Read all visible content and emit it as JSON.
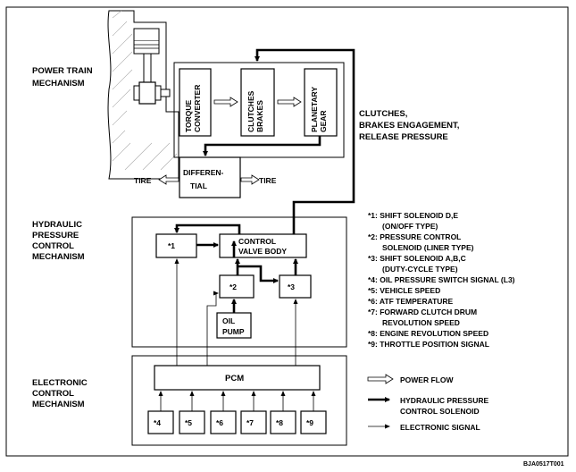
{
  "sections": {
    "power_train": [
      "POWER TRAIN",
      "MECHANISM"
    ],
    "hydraulic": [
      "HYDRAULIC",
      "PRESSURE",
      "CONTROL",
      "MECHANISM"
    ],
    "electronic": [
      "ELECTRONIC",
      "CONTROL",
      "MECHANISM"
    ]
  },
  "power_train": {
    "torque_converter": [
      "TORQUE",
      "CONVERTER"
    ],
    "clutches_brakes": [
      "CLUTCHES",
      "BRAKES"
    ],
    "planetary_gear": [
      "PLANETARY",
      "GEAR"
    ],
    "differential": [
      "DIFFEREN-",
      "TIAL"
    ],
    "tire_left": "TIRE",
    "tire_right": "TIRE",
    "engagement_label": [
      "CLUTCHES,",
      "BRAKES ENGAGEMENT,",
      "RELEASE PRESSURE"
    ]
  },
  "hydraulic": {
    "solenoid_1": "*1",
    "control_valve_body": [
      "CONTROL",
      "VALVE BODY"
    ],
    "solenoid_2": "*2",
    "solenoid_3": "*3",
    "oil_pump": [
      "OIL",
      "PUMP"
    ]
  },
  "electronic": {
    "pcm": "PCM",
    "inputs": [
      "*4",
      "*5",
      "*6",
      "*7",
      "*8",
      "*9"
    ]
  },
  "notes": [
    [
      "*1: SHIFT SOLENOID D,E",
      "(ON/OFF TYPE)"
    ],
    [
      "*2: PRESSURE CONTROL",
      "SOLENOID (LINER TYPE)"
    ],
    [
      "*3: SHIFT SOLENOID A,B,C",
      "(DUTY-CYCLE TYPE)"
    ],
    [
      "*4: OIL PRESSURE SWITCH SIGNAL (L3)"
    ],
    [
      "*5: VEHICLE SPEED"
    ],
    [
      "*6: ATF TEMPERATURE"
    ],
    [
      "*7: FORWARD CLUTCH DRUM",
      "REVOLUTION SPEED"
    ],
    [
      "*8: ENGINE REVOLUTION SPEED"
    ],
    [
      "*9: THROTTLE POSITION SIGNAL"
    ]
  ],
  "legend": {
    "power_flow": "POWER FLOW",
    "hydraulic": [
      "HYDRAULIC PRESSURE",
      "CONTROL SOLENOID"
    ],
    "electronic": "ELECTRONIC SIGNAL"
  },
  "figure_code": "BJA0517T001"
}
